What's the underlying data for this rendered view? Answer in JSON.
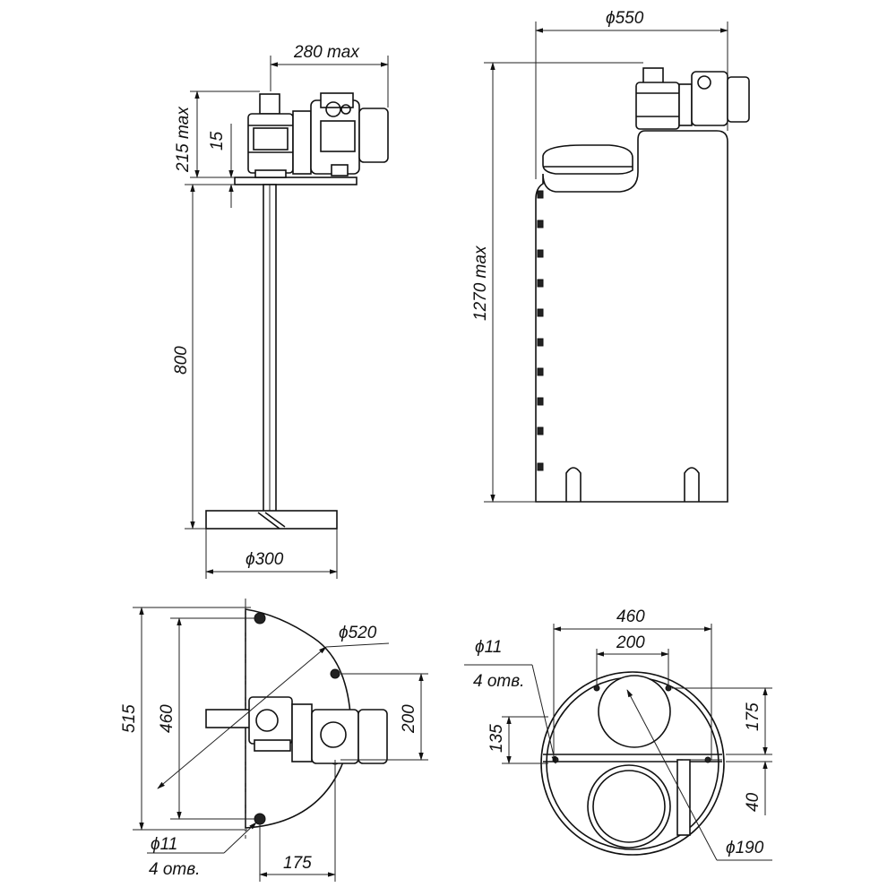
{
  "dims": {
    "v1_280max": "280 max",
    "v1_215max": "215 max",
    "v1_15": "15",
    "v1_800": "800",
    "v1_d300": "ϕ300",
    "v2_d550": "ϕ550",
    "v2_1270max": "1270 max",
    "v3_d520": "ϕ520",
    "v3_515": "515",
    "v3_460": "460",
    "v3_200": "200",
    "v3_d11": "ϕ11",
    "v3_holes": "4 отв.",
    "v3_175": "175",
    "v4_460": "460",
    "v4_200": "200",
    "v4_d11": "ϕ11",
    "v4_holes": "4 отв.",
    "v4_135": "135",
    "v4_175": "175",
    "v4_40": "40",
    "v4_d190": "ϕ190"
  },
  "colors": {
    "line": "#111111",
    "background": "#ffffff"
  }
}
